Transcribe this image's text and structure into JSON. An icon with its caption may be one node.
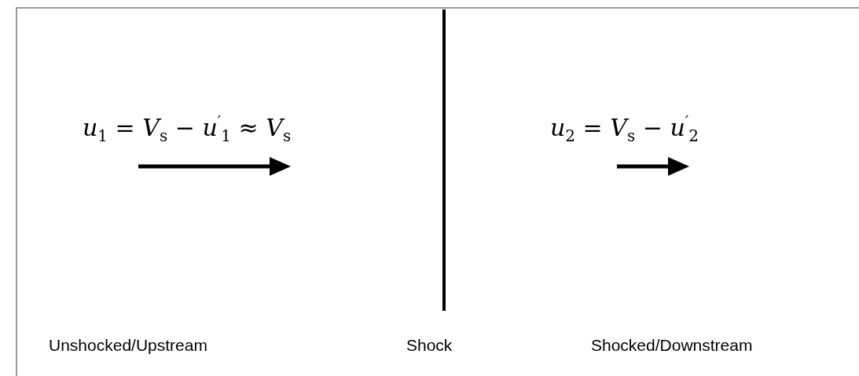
{
  "diagram": {
    "labels": [
      "u$_{1}$ = V$_{s}$ − u$^{′}$$_{1}$ ≈ V$_{s}$",
      "u$_{2}$ = V$_{s}$ − u$^{′}$$_{2}$",
      "Unshocked/Upstream",
      "Shock",
      "Shocked/Downstream"
    ]
  }
}
